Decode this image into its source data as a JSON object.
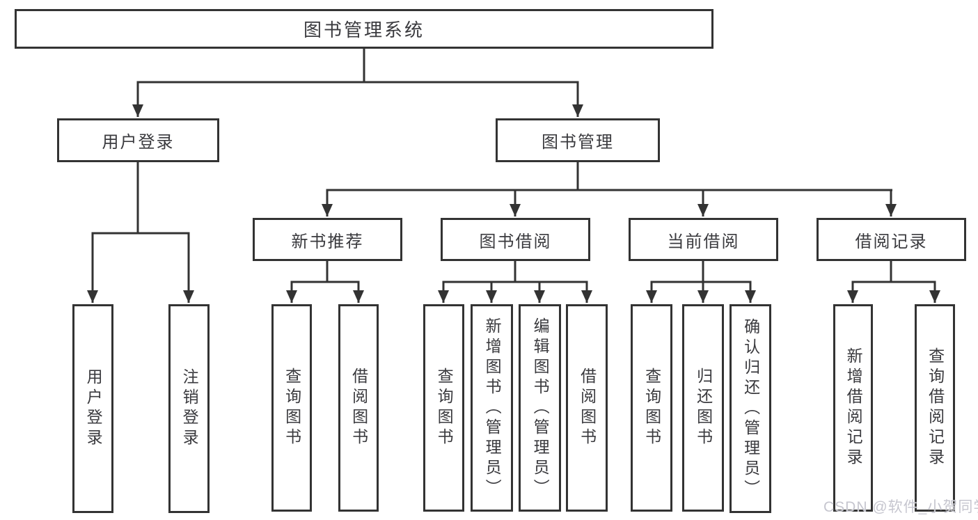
{
  "diagram": {
    "root": {
      "label": "图书管理系统"
    },
    "branches": [
      {
        "label": "用户登录",
        "children": [
          {
            "label": "用户登录"
          },
          {
            "label": "注销登录"
          }
        ]
      },
      {
        "label": "图书管理",
        "sections": [
          {
            "label": "新书推荐",
            "children": [
              {
                "label": "查询图书"
              },
              {
                "label": "借阅图书"
              }
            ]
          },
          {
            "label": "图书借阅",
            "children": [
              {
                "label": "查询图书"
              },
              {
                "label": "新增图书（管理员）"
              },
              {
                "label": "编辑图书（管理员）"
              },
              {
                "label": "借阅图书"
              }
            ]
          },
          {
            "label": "当前借阅",
            "children": [
              {
                "label": "查询图书"
              },
              {
                "label": "归还图书"
              },
              {
                "label": "确认归还（管理员）"
              }
            ]
          },
          {
            "label": "借阅记录",
            "children": [
              {
                "label": "新增借阅记录"
              },
              {
                "label": "查询借阅记录"
              }
            ]
          }
        ]
      }
    ]
  },
  "watermark": {
    "text": "CSDN @软件_小贺同学"
  },
  "colors": {
    "line": "#333333",
    "box_border": "#333333",
    "text": "#3a3a3e",
    "background": "#ffffff",
    "watermark": "#c6c6cf"
  }
}
